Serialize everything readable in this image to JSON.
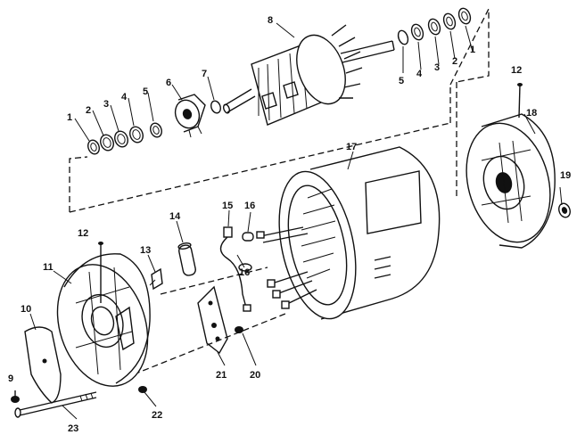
{
  "callouts": [
    "1",
    "2",
    "3",
    "4",
    "5",
    "6",
    "7",
    "8",
    "5",
    "4",
    "3",
    "2",
    "1",
    "12",
    "18",
    "17",
    "19",
    "14",
    "15",
    "16",
    "16",
    "12",
    "13",
    "11",
    "10",
    "9",
    "23",
    "22",
    "21",
    "20"
  ],
  "colors": {
    "ink": "#111111",
    "paper": "#ffffff"
  }
}
